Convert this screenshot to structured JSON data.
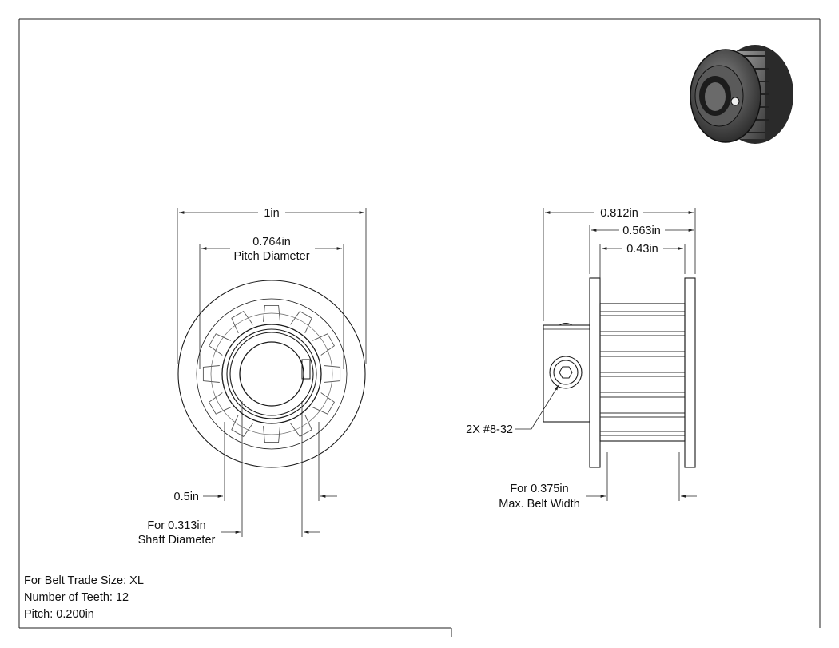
{
  "front_view": {
    "outer_diameter_label": "1in",
    "pitch_diameter_value": "0.764in",
    "pitch_diameter_caption": "Pitch Diameter",
    "hub_diameter_label": "0.5in",
    "shaft_value": "For 0.313in",
    "shaft_caption": "Shaft Diameter"
  },
  "side_view": {
    "overall_length_label": "0.812in",
    "flange_span_label": "0.563in",
    "tooth_width_label": "0.43in",
    "set_screw_label": "2X #8-32",
    "belt_width_value": "For 0.375in",
    "belt_width_caption": "Max. Belt Width"
  },
  "specs": {
    "belt_trade_size": "For Belt Trade Size: XL",
    "teeth": "Number of Teeth: 12",
    "pitch": "Pitch: 0.200in"
  },
  "colors": {
    "line": "#1a1a1a",
    "dim_line": "#222222",
    "render_dark": "#3a3a3a",
    "render_light": "#9a9a9a"
  }
}
